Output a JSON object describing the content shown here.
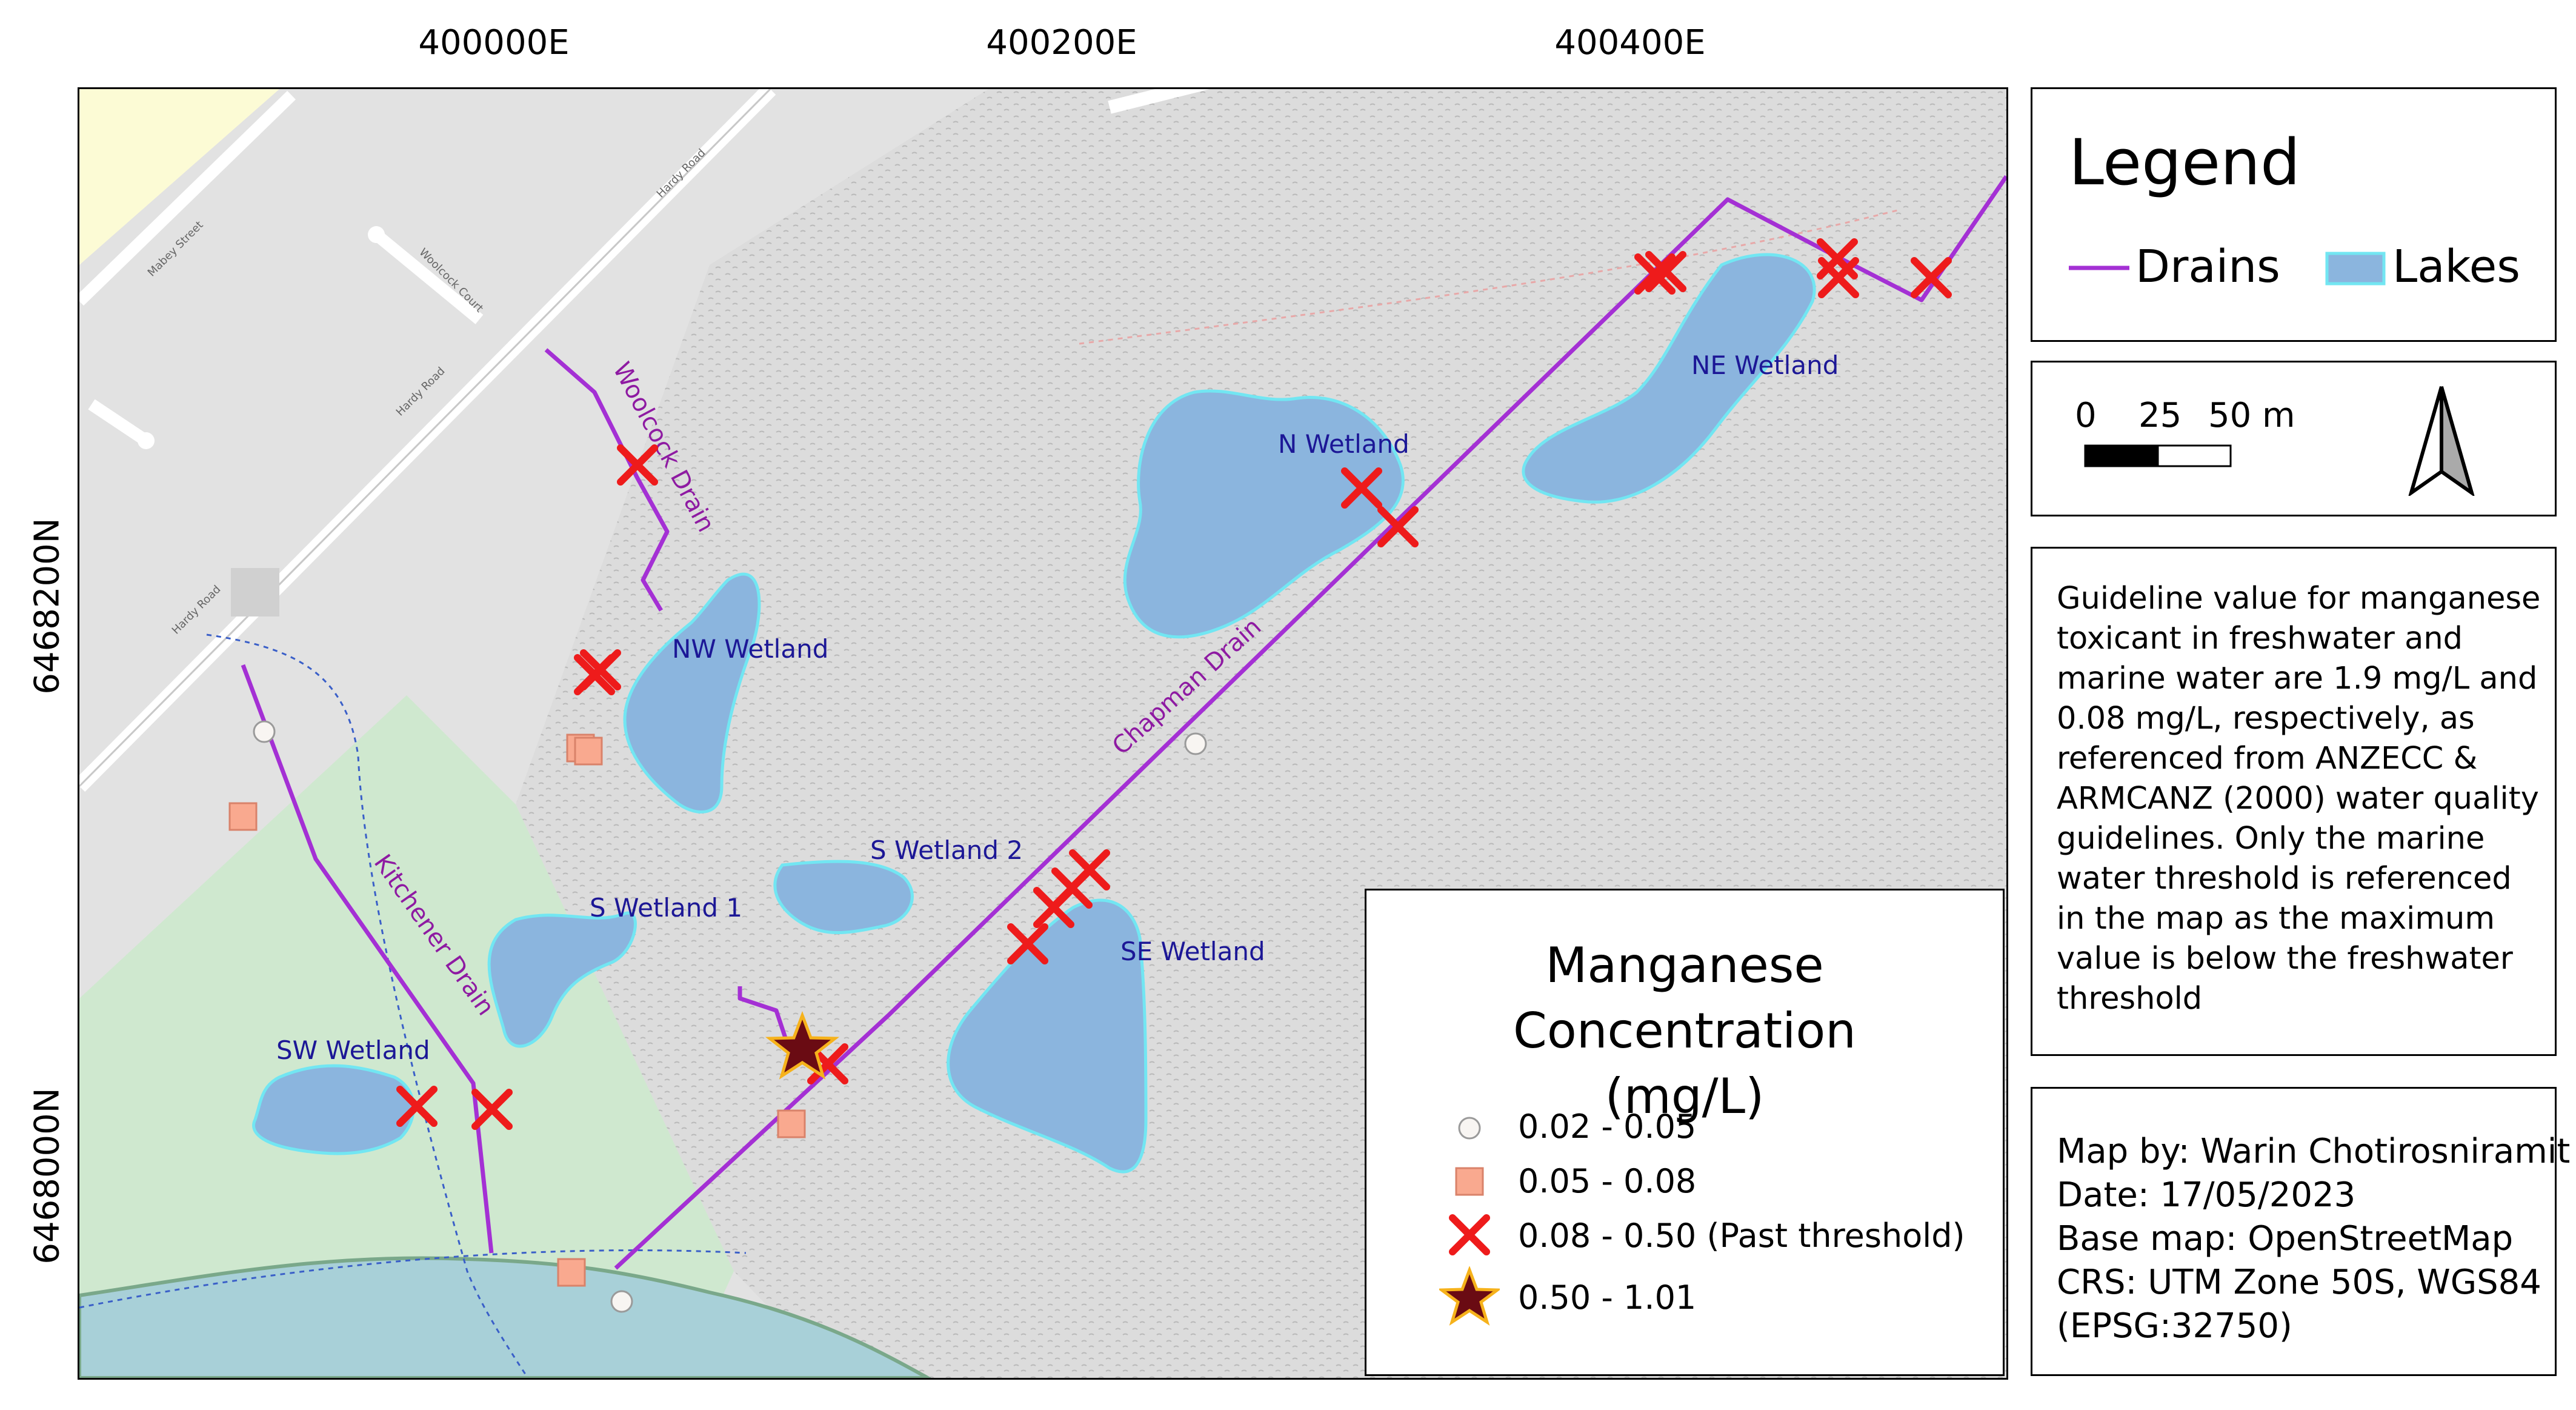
{
  "axes": {
    "top_ticks": [
      "400000E",
      "400200E",
      "400400E"
    ],
    "left_ticks": [
      "6468200N",
      "6468000N"
    ]
  },
  "map": {
    "wetlands": [
      "NE Wetland",
      "N Wetland",
      "NW Wetland",
      "S Wetland 2",
      "S Wetland 1",
      "SE Wetland",
      "SW Wetland"
    ],
    "drains": [
      "Woolcock Drain",
      "Chapman Drain",
      "Kitchener Drain"
    ],
    "streets": [
      "Mabey Street",
      "Woolcock Court",
      "Hardy Road",
      "Hardy Road",
      "Hardy Road"
    ],
    "colors": {
      "land": "#e2e2e2",
      "wetland_fill": "#8bb5de",
      "wetland_edge": "#72e6f2",
      "drain": "#a430d4",
      "green": "#cfe8cf",
      "sea": "#a8d0d8",
      "residential_yellow": "#fcfbd5",
      "marker_cross": "#ee1b1b",
      "marker_square": "#f9a98f",
      "marker_star": "#6a0b13",
      "star_outline": "#f6b21b",
      "label_blue": "#1c1796",
      "label_purple": "#8e1aa2"
    }
  },
  "legend": {
    "title": "Legend",
    "drains_label": "Drains",
    "lakes_label": "Lakes"
  },
  "scale_bar": {
    "labels": [
      "0",
      "25",
      "50 m"
    ]
  },
  "guideline": {
    "text": "Guideline value for manganese toxicant in freshwater and marine water are 1.9 mg/L and 0.08 mg/L, respectively, as referenced from ANZECC & ARMCANZ (2000) water quality guidelines. Only the marine water threshold is referenced in the map as the maximum value is below the freshwater threshold"
  },
  "credits": {
    "lines": [
      "Map by: Warin Chotirosniramit",
      "Date: 17/05/2023",
      "Base map: OpenStreetMap",
      "CRS: UTM Zone 50S, WGS84",
      "(EPSG:32750)"
    ]
  },
  "concentration_legend": {
    "title_line1": "Manganese Concentration",
    "title_line2": "(mg/L)",
    "classes": [
      {
        "label": "0.02 - 0.05",
        "symbol": "circle"
      },
      {
        "label": "0.05 - 0.08",
        "symbol": "square"
      },
      {
        "label": "0.08 - 0.50 (Past threshold)",
        "symbol": "cross"
      },
      {
        "label": "0.50 - 1.01",
        "symbol": "star"
      }
    ]
  }
}
